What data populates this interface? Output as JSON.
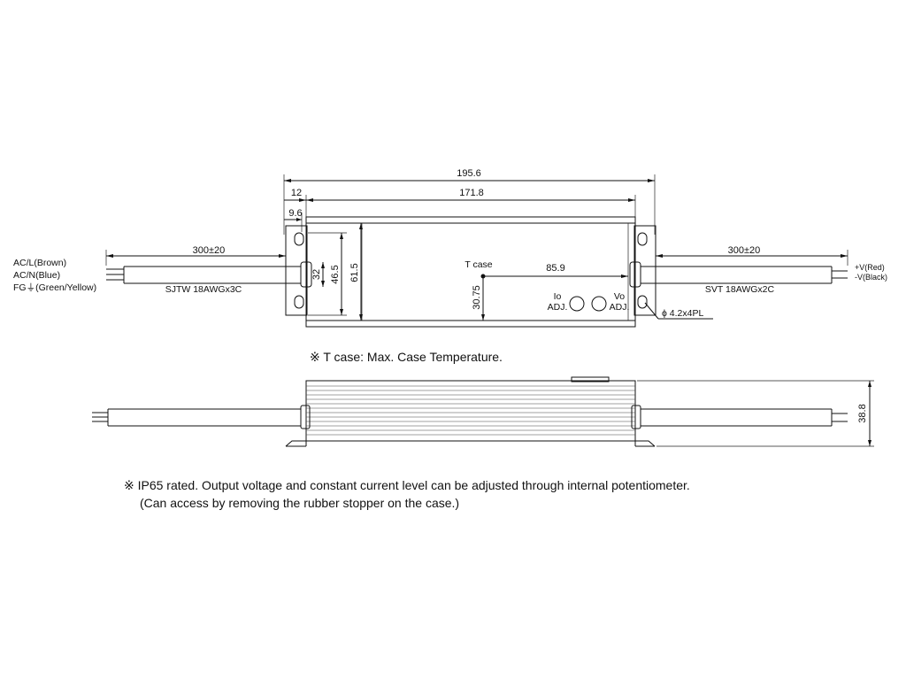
{
  "top_view": {
    "dim_overall": "195.6",
    "dim_body": "171.8",
    "dim_end": "12",
    "dim_hole": "9.6",
    "dim_cable_left": "300±20",
    "dim_cable_right": "300±20",
    "dim_32": "32",
    "dim_46_5": "46.5",
    "dim_61_5": "61.5",
    "dim_30_75": "30.75",
    "dim_85_9": "85.9",
    "tcase_label": "T case",
    "io_label": "Io",
    "io_adj": "ADJ.",
    "vo_label": "Vo",
    "vo_adj": "ADJ.",
    "hole_spec": "ϕ 4.2x4PL",
    "input_cable": "SJTW 18AWGx3C",
    "output_cable": "SVT 18AWGx2C",
    "input_wires": [
      "AC/L(Brown)",
      "AC/N(Blue)",
      "FG⏚(Green/Yellow)"
    ],
    "output_wires": [
      "+V(Red)",
      "-V(Black)"
    ]
  },
  "side_view": {
    "dim_height": "38.8"
  },
  "notes": {
    "tcase_note": "※ T case: Max. Case Temperature.",
    "ip65_note": "※ IP65 rated. Output voltage and constant current level can be adjusted through internal potentiometer.",
    "ip65_note_2": "(Can access by removing the rubber stopper on the case.)"
  }
}
